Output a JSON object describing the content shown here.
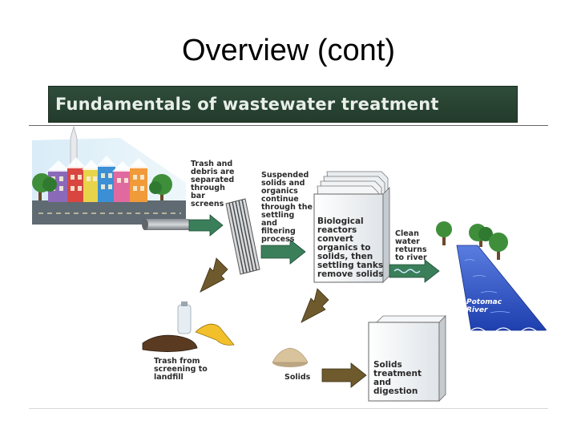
{
  "slide": {
    "title": "Overview (cont)"
  },
  "banner": {
    "text": "Fundamentals of wastewater treatment"
  },
  "diagram": {
    "labels": {
      "screens": "Trash and\ndebris are\nseparated\nthrough\nbar\nscreens",
      "settling": "Suspended\nsolids and\norganics\ncontinue\nthrough the\nsettling\nand\nfiltering\nprocess",
      "reactors": "Biological\nreactors\nconvert\norganics to\nsolids, then\nsettling tanks\nremove solids",
      "clean_water": "Clean\nwater\nreturns\nto river",
      "river": "Potomac\nRiver",
      "trash": "Trash from\nscreening to\nlandfill",
      "solids": "Solids",
      "solids_treatment": "Solids\ntreatment\nand\ndigestion"
    },
    "colors": {
      "arrow_green": "#3a7f5a",
      "arrow_brown": "#6e5a2c",
      "river_blue": "#2b4fc4",
      "banner_green": "#2f4c3a"
    }
  }
}
